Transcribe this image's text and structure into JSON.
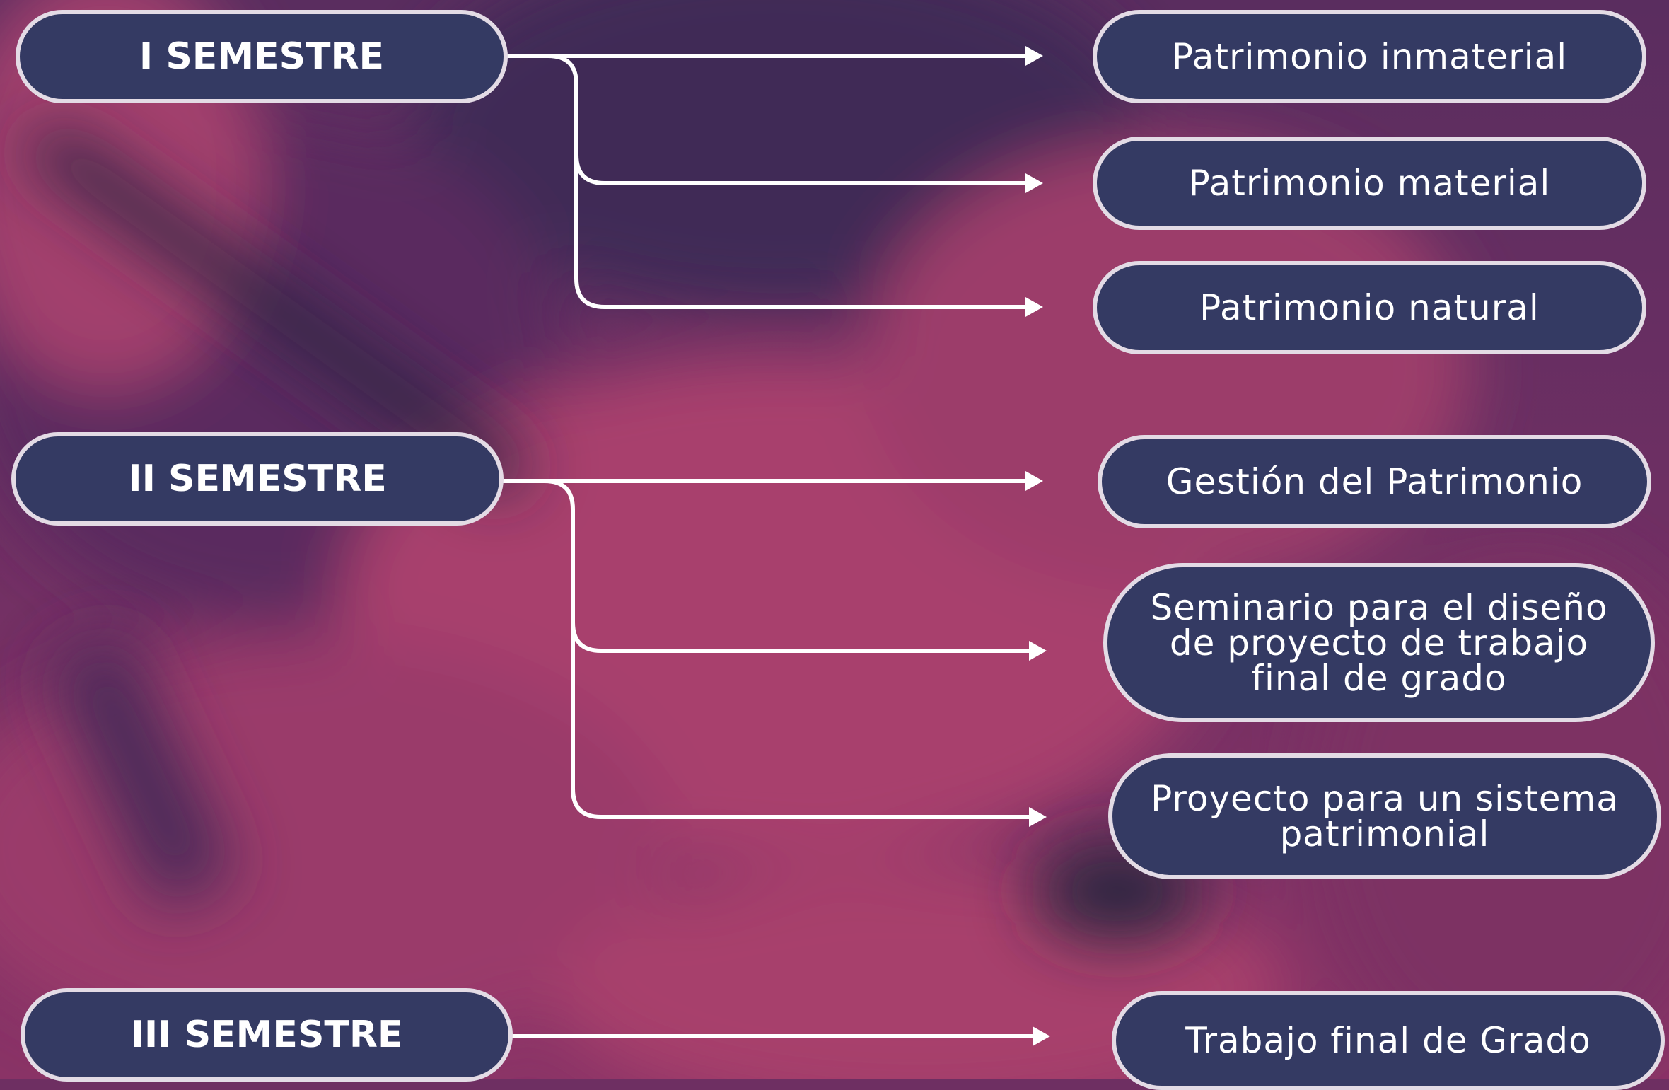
{
  "colors": {
    "pill_fill": "#343a63",
    "pill_border": "#e3dbe5",
    "text": "#ffffff",
    "connector": "#ffffff",
    "background_dark": "#4e2b5c",
    "background_magenta": "#a03a6c"
  },
  "semesters": [
    {
      "label": "I SEMESTRE"
    },
    {
      "label": "II SEMESTRE"
    },
    {
      "label": "III SEMESTRE"
    }
  ],
  "courses": [
    {
      "lines": [
        "Patrimonio inmaterial"
      ]
    },
    {
      "lines": [
        "Patrimonio material"
      ]
    },
    {
      "lines": [
        "Patrimonio natural"
      ]
    },
    {
      "lines": [
        "Gestión del Patrimonio"
      ]
    },
    {
      "lines": [
        "Seminario para el diseño",
        "de proyecto de trabajo",
        "final de grado"
      ]
    },
    {
      "lines": [
        "Proyecto para un sistema",
        "patrimonial"
      ]
    },
    {
      "lines": [
        "Trabajo final de Grado"
      ]
    }
  ]
}
